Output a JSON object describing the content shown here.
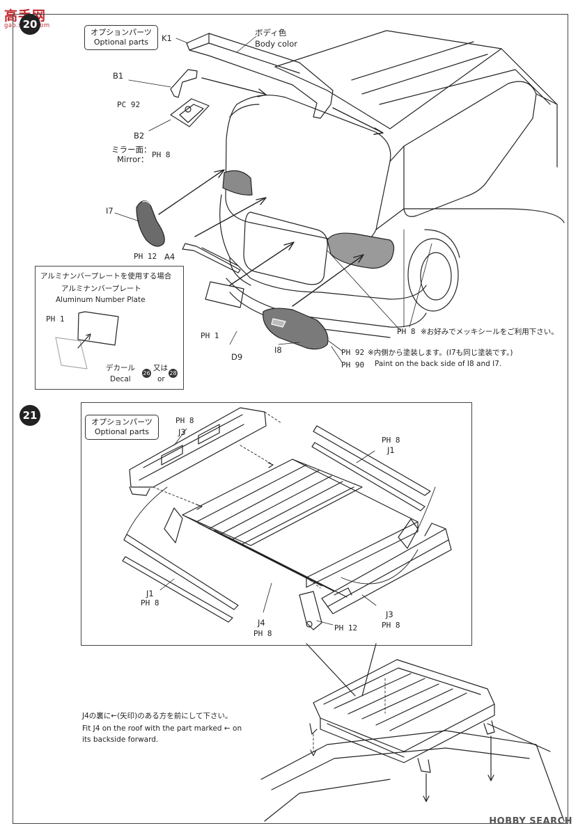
{
  "watermark": {
    "logo_text": "高手网",
    "logo_sub": "gao.shou.com",
    "bottom_right": "HOBBY SEARCH"
  },
  "steps": [
    {
      "number": "20"
    },
    {
      "number": "21"
    }
  ],
  "step20": {
    "optional_box": {
      "jp": "オプションパーツ",
      "en": "Optional parts"
    },
    "parts": {
      "k1": "K1",
      "body_color_jp": "ボディ色",
      "body_color_en": "Body color",
      "b1": "B1",
      "b2": "B2",
      "pc92": "PC 92",
      "mirror_jp": "ミラー面：",
      "mirror_en": "Mirror：",
      "ph8": "PH 8",
      "i7": "I7",
      "a4": "A4",
      "ph12": "PH 12",
      "ph1": "PH 1",
      "d9": "D9",
      "i8": "I8",
      "ph92": "PH 92",
      "ph90": "PH 90",
      "ph8_plate": "PH 8"
    },
    "aluminum_box": {
      "header_jp": "アルミナンバープレートを使用する場合",
      "title_jp": "アルミナンバープレート",
      "title_en": "Aluminum Number Plate",
      "ph1": "PH 1",
      "decal_jp": "デカール",
      "decal_en": "Decal",
      "or_jp": "又は",
      "or_en": "or",
      "decal_a": "26",
      "decal_b": "28"
    },
    "notes": {
      "mekki": "※お好みでメッキシールをご利用下さい。",
      "inside_jp": "※内側から塗装します。(I7も同じ塗装です。)",
      "inside_en": "Paint on the back side of I8 and I7."
    }
  },
  "step21": {
    "optional_box": {
      "jp": "オプションパーツ",
      "en": "Optional parts"
    },
    "labels": {
      "j3_top": "J3",
      "ph8_j3_top": "PH 8",
      "j1_right": "J1",
      "ph8_j1_right": "PH 8",
      "j1_left": "J1",
      "ph8_j1_left": "PH 8",
      "j4": "J4",
      "ph8_j4": "PH 8",
      "ph12": "PH 12",
      "j3_right": "J3",
      "ph8_j3_right": "PH 8"
    },
    "instruction": {
      "jp": "J4の裏に←(矢印)のある方を前にして下さい。",
      "en1": "Fit J4 on the roof with the part marked ← on",
      "en2": "its backside forward."
    }
  }
}
